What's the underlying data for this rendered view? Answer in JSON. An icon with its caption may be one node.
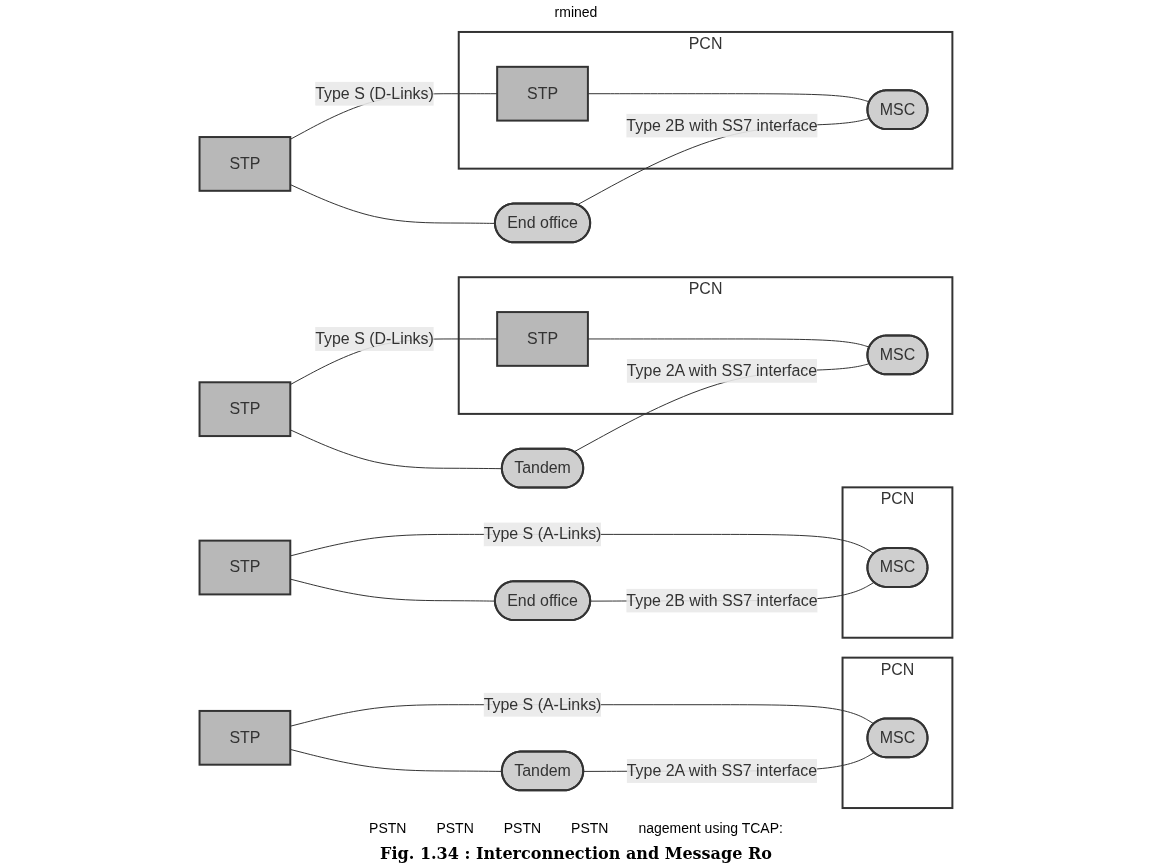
{
  "diagram": {
    "caption": "Fig. 1.34 : Interconnection and Message Ro",
    "nodes": [
      {
        "text": [
          "STP"
        ]
      },
      {
        "text": [
          "Tandem"
        ]
      },
      {
        "text": [
          "PCN"
        ]
      },
      {
        "text": [
          "MSC"
        ],
        "in": 2
      },
      {
        "text": [
          "STP"
        ]
      },
      {
        "text": [
          "Tandem"
        ]
      },
      {
        "text": [
          "PCN"
        ]
      },
      {
        "text": [
          "STP"
        ],
        "in": 6
      },
      {
        "text": [
          "MSC"
        ],
        "in": 6
      },
      {
        "text": [
          "STP"
        ]
      },
      {
        "text": [
          "End office"
        ]
      },
      {
        "text": [
          "PCN"
        ]
      },
      {
        "text": [
          "MSC"
        ],
        "in": 11
      },
      {
        "text": [
          "STP"
        ]
      },
      {
        "text": [
          "End office"
        ]
      },
      {
        "text": [
          "PCN"
        ]
      },
      {
        "text": [
          "STP"
        ],
        "in": 15
      },
      {
        "text": [
          "MSC"
        ],
        "in": 15
      }
    ],
    "edges": [
      {
        "from": 0,
        "to": 1,
        "arrow": "none"
      },
      {
        "from": 0,
        "to": 3,
        "arrow": "none",
        "label": "Type S (A-Links)"
      },
      {
        "from": 1,
        "to": 3,
        "arrow": "none",
        "label": "Type 2A with SS7 interface"
      },
      {
        "from": 4,
        "to": 5,
        "arrow": "none"
      },
      {
        "from": 4,
        "to": 7,
        "arrow": "none",
        "label": "Type S (D-Links)"
      },
      {
        "from": 7,
        "to": 8,
        "arrow": "none"
      },
      {
        "from": 5,
        "to": 8,
        "arrow": "none",
        "label": "Type 2A with SS7 interface"
      },
      {
        "from": 9,
        "to": 10,
        "arrow": "none"
      },
      {
        "from": 9,
        "to": 12,
        "arrow": "none",
        "label": "Type S (A-Links)"
      },
      {
        "from": 10,
        "to": 12,
        "arrow": "none",
        "label": "Type 2B with SS7 interface"
      },
      {
        "from": 13,
        "to": 14,
        "arrow": "none"
      },
      {
        "from": 13,
        "to": 16,
        "arrow": "none",
        "label": "Type S (D-Links)"
      },
      {
        "from": 16,
        "to": 17,
        "arrow": "none"
      },
      {
        "from": 14,
        "to": 17,
        "arrow": "none",
        "label": "Type 2B with SS7 interface"
      }
    ],
    "labels": [
      "rmined",
      "PSTN",
      "PSTN",
      "PSTN",
      "PSTN",
      "nagement using TCAP:"
    ]
  }
}
